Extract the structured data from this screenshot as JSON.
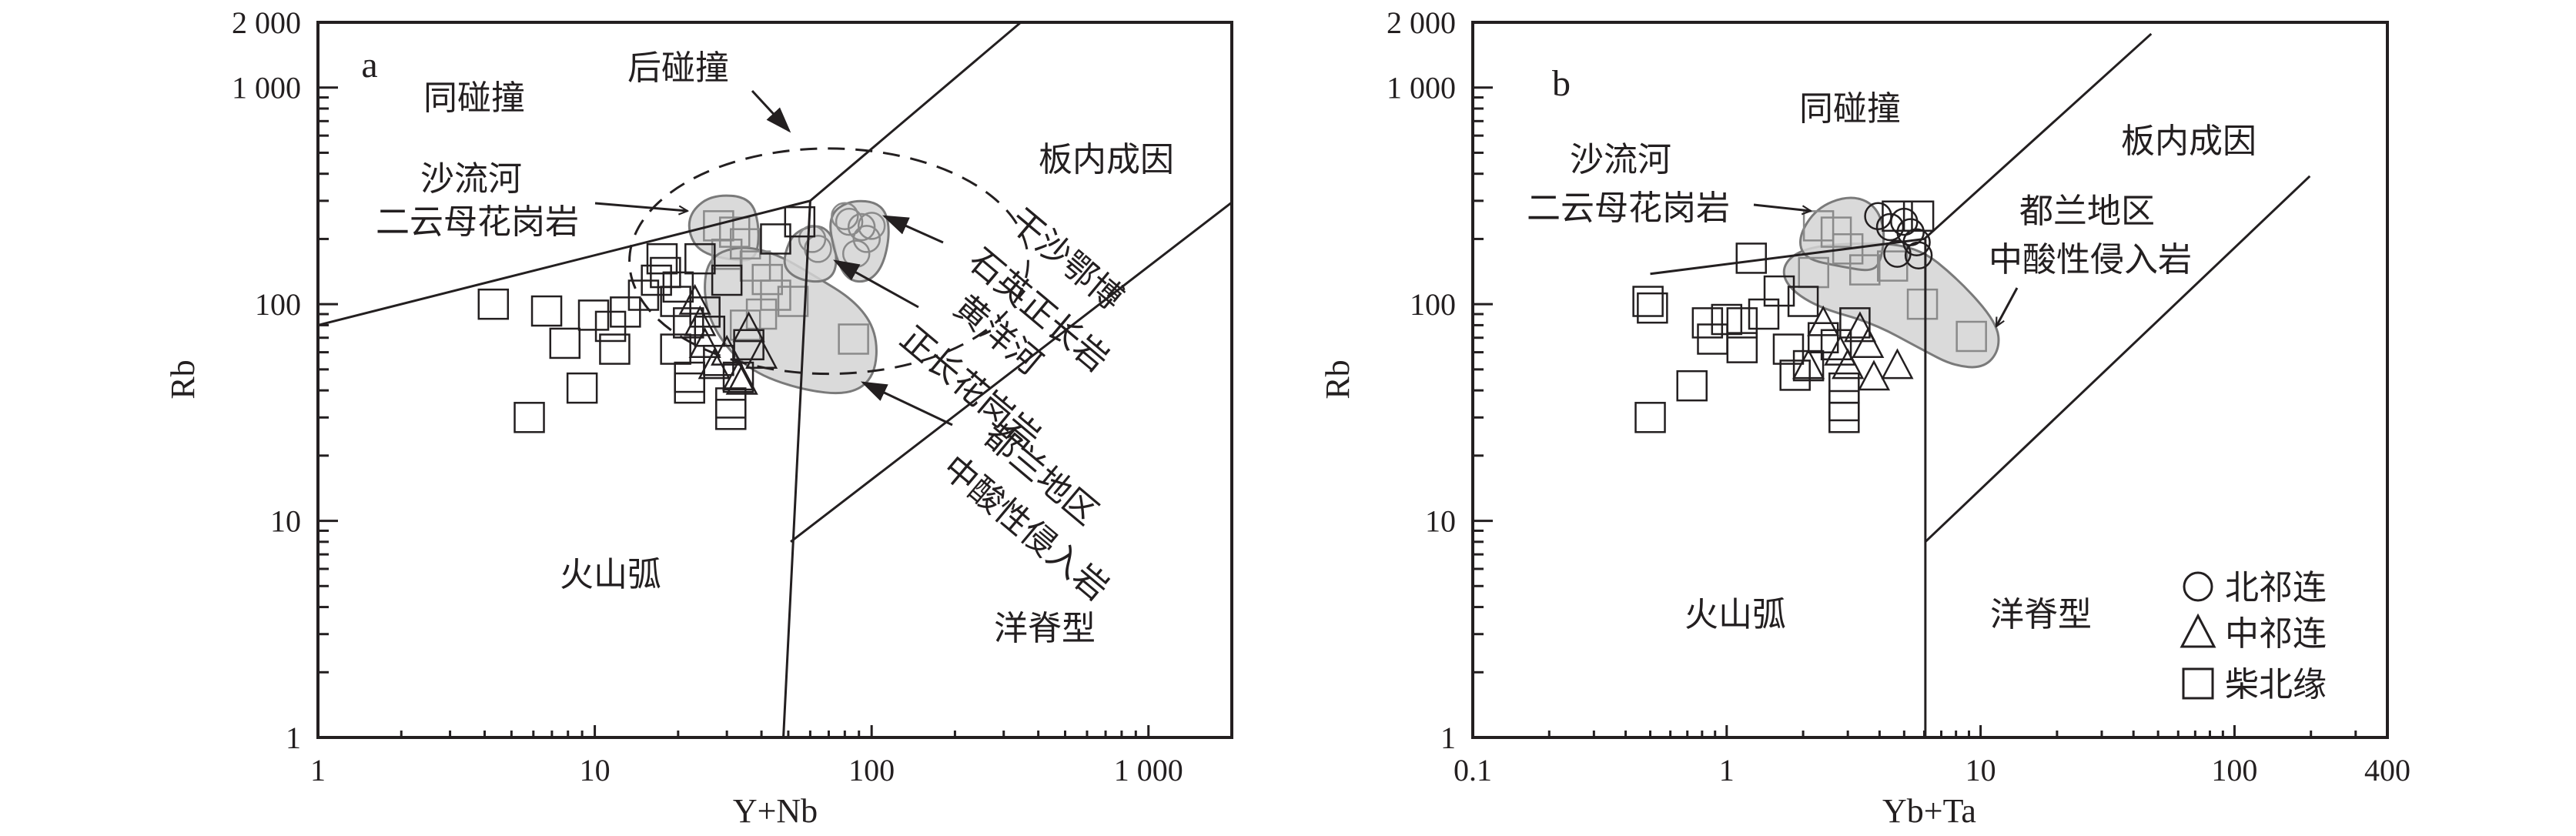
{
  "chart_data": [
    {
      "panel_label": "a",
      "type": "scatter",
      "xlabel": "Y+Nb",
      "ylabel": "Rb",
      "x_scale": "log",
      "y_scale": "log",
      "xlim": [
        1,
        2000
      ],
      "ylim": [
        1,
        2000
      ],
      "xticks": [
        {
          "v": 1,
          "label": "1"
        },
        {
          "v": 10,
          "label": "10"
        },
        {
          "v": 100,
          "label": "100"
        },
        {
          "v": 1000,
          "label": "1 000"
        }
      ],
      "yticks": [
        {
          "v": 1,
          "label": "1"
        },
        {
          "v": 10,
          "label": "10"
        },
        {
          "v": 100,
          "label": "100"
        },
        {
          "v": 1000,
          "label": "1 000"
        },
        {
          "v": 2000,
          "label": "2 000"
        }
      ],
      "boundaries": [
        [
          [
            1,
            80
          ],
          [
            60,
            300
          ]
        ],
        [
          [
            60,
            300
          ],
          [
            346,
            2000
          ]
        ],
        [
          [
            48,
            1
          ],
          [
            60,
            300
          ]
        ],
        [
          [
            51,
            8
          ],
          [
            2000,
            295
          ]
        ]
      ],
      "regions": {
        "syn_colg": "同碰撞",
        "post_colg": "后碰撞",
        "wpg": "板内成因",
        "vag": "火山弧",
        "org": "洋脊型"
      },
      "post_colg_field": {
        "center": [
          70,
          158
        ],
        "log_radii": [
          0.72,
          0.52
        ]
      },
      "fields": [
        {
          "name": "沙流河二云母花岗岩",
          "points": [
            [
              22.3,
              270
            ],
            [
              26.7,
              321
            ],
            [
              36.5,
              312
            ],
            [
              39.4,
              228
            ],
            [
              38.4,
              162
            ],
            [
              32.9,
              158
            ],
            [
              24.1,
              172
            ],
            [
              21.7,
              215
            ]
          ]
        },
        {
          "name": "都兰地区中酸性侵入岩",
          "points": [
            [
              25.4,
              162
            ],
            [
              32.9,
              187
            ],
            [
              44.9,
              172
            ],
            [
              61.2,
              137
            ],
            [
              87.9,
              103
            ],
            [
              105,
              73.1
            ],
            [
              103,
              46.4
            ],
            [
              83.4,
              38
            ],
            [
              55.2,
              40.3
            ],
            [
              36.5,
              49.1
            ],
            [
              28.1,
              69.2
            ],
            [
              24.7,
              103
            ]
          ]
        },
        {
          "name": "黄洋河正长花岗岩",
          "points": [
            [
              48.5,
              172
            ],
            [
              52.4,
              215
            ],
            [
              64.4,
              235
            ],
            [
              73.3,
              204
            ],
            [
              75.2,
              145
            ],
            [
              67.8,
              126
            ],
            [
              55.2,
              129
            ],
            [
              48.5,
              145
            ]
          ]
        },
        {
          "name": "干沙鄂博石英正长岩",
          "points": [
            [
              69.6,
              256
            ],
            [
              83.4,
              303
            ],
            [
              108,
              294
            ],
            [
              117,
              228
            ],
            [
              111,
              153
            ],
            [
              97.5,
              126
            ],
            [
              81.3,
              129
            ],
            [
              73.3,
              172
            ]
          ]
        }
      ],
      "annotations": {
        "shaliuhe_1": "沙流河",
        "shaliuhe_2": "二云母花岗岩",
        "ganshaebo_1": "干沙鄂博",
        "ganshaebo_2": "石英正长岩",
        "huangyanghe_1": "黄洋河",
        "huangyanghe_2": "正长花岗岩",
        "dulan_1": "都兰地区",
        "dulan_2": "中酸性侵入岩"
      },
      "field_samples": {
        "squares": [
          [
            28,
            230
          ],
          [
            32,
            215
          ],
          [
            35,
            190
          ],
          [
            38,
            150
          ],
          [
            42,
            130
          ],
          [
            45,
            110
          ],
          [
            52,
            103
          ],
          [
            86,
            69
          ],
          [
            30,
            170
          ],
          [
            40,
            90
          ],
          [
            35,
            80
          ]
        ],
        "circles": [
          [
            83,
            240
          ],
          [
            92,
            227
          ],
          [
            96,
            200
          ],
          [
            61,
            200
          ],
          [
            64,
            180
          ],
          [
            88,
            171
          ],
          [
            80,
            255
          ],
          [
            100,
            230
          ]
        ]
      },
      "series": [
        {
          "name": "北祁连",
          "marker": "circle",
          "points": []
        },
        {
          "name": "中祁连",
          "marker": "triangle",
          "points": [
            [
              24,
              82
            ],
            [
              27,
              52
            ],
            [
              33,
              46
            ],
            [
              36,
              77
            ],
            [
              40,
              58
            ],
            [
              34,
              44
            ],
            [
              25,
              65
            ],
            [
              23,
              103
            ],
            [
              30,
              60
            ]
          ]
        },
        {
          "name": "柴北缘",
          "marker": "square",
          "points": [
            [
              4.3,
              100
            ],
            [
              6.7,
              93
            ],
            [
              7.8,
              66
            ],
            [
              9,
              41
            ],
            [
              5.8,
              30
            ],
            [
              11.4,
              79
            ],
            [
              11.8,
              62
            ],
            [
              9.9,
              89
            ],
            [
              12.9,
              92
            ],
            [
              17.5,
              162
            ],
            [
              16.7,
              129
            ],
            [
              19.6,
              103
            ],
            [
              21.8,
              82
            ],
            [
              19.6,
              62
            ],
            [
              22,
              46
            ],
            [
              22,
              41
            ],
            [
              31,
              31
            ],
            [
              31,
              35
            ],
            [
              33,
              46
            ],
            [
              36,
              65
            ],
            [
              25,
              92
            ],
            [
              30,
              129
            ],
            [
              55,
              240
            ],
            [
              45,
              200
            ],
            [
              24,
              162
            ],
            [
              18,
              140
            ],
            [
              20,
              120
            ],
            [
              15,
              110
            ],
            [
              26,
              75
            ],
            [
              28,
              55
            ]
          ]
        }
      ]
    },
    {
      "panel_label": "b",
      "type": "scatter",
      "xlabel": "Yb+Ta",
      "ylabel": "Rb",
      "x_scale": "log",
      "y_scale": "log",
      "xlim": [
        0.1,
        400
      ],
      "ylim": [
        1,
        2000
      ],
      "xticks": [
        {
          "v": 0.1,
          "label": "0.1"
        },
        {
          "v": 1,
          "label": "1"
        },
        {
          "v": 10,
          "label": "10"
        },
        {
          "v": 100,
          "label": "100"
        },
        {
          "v": 400,
          "label": "400"
        }
      ],
      "yticks": [
        {
          "v": 1,
          "label": "1"
        },
        {
          "v": 10,
          "label": "10"
        },
        {
          "v": 100,
          "label": "100"
        },
        {
          "v": 1000,
          "label": "1 000"
        },
        {
          "v": 2000,
          "label": "2 000"
        }
      ],
      "boundaries": [
        [
          [
            0.5,
            138
          ],
          [
            6,
            200
          ]
        ],
        [
          [
            6,
            200
          ],
          [
            47,
            1770
          ]
        ],
        [
          [
            6.06,
            1
          ],
          [
            6.06,
            200
          ]
        ],
        [
          [
            6.06,
            8
          ],
          [
            198,
            390
          ]
        ]
      ],
      "regions": {
        "syn_colg": "同碰撞",
        "wpg": "板内成因",
        "vag": "火山弧",
        "org": "洋脊型"
      },
      "fields": [
        {
          "name": "都兰地区中酸性侵入岩",
          "points": [
            [
              1.66,
              153
            ],
            [
              2.02,
              182
            ],
            [
              3.17,
              192
            ],
            [
              5.57,
              187
            ],
            [
              8.26,
              129
            ],
            [
              11.6,
              82
            ],
            [
              11.9,
              61.7
            ],
            [
              10.3,
              50.6
            ],
            [
              7.8,
              52
            ],
            [
              5.89,
              61.7
            ],
            [
              3.76,
              82
            ],
            [
              2.26,
              97
            ],
            [
              1.71,
              122
            ]
          ]
        },
        {
          "name": "沙流河二云母花岗岩",
          "points": [
            [
              1.91,
              204
            ],
            [
              2.26,
              278
            ],
            [
              3.0,
              317
            ],
            [
              3.76,
              294
            ],
            [
              4.2,
              228
            ],
            [
              4.08,
              162
            ],
            [
              3.76,
              141
            ],
            [
              2.83,
              149
            ],
            [
              2.02,
              162
            ]
          ]
        }
      ],
      "annotations": {
        "shaliuhe_1": "沙流河",
        "shaliuhe_2": "二云母花岗岩",
        "dulan_1": "都兰地区",
        "dulan_2": "中酸性侵入岩"
      },
      "field_samples": {
        "squares": [
          [
            5.9,
            100
          ],
          [
            9.2,
            71
          ],
          [
            3.5,
            144
          ],
          [
            2.7,
            215
          ],
          [
            2.3,
            230
          ],
          [
            3.0,
            180
          ],
          [
            4.5,
            150
          ],
          [
            2.2,
            140
          ]
        ],
        "circles": []
      },
      "series": [
        {
          "name": "北祁连",
          "marker": "circle",
          "points": [
            [
              3.95,
              255
            ],
            [
              4.4,
              227
            ],
            [
              5.3,
              215
            ],
            [
              5.6,
              193
            ],
            [
              4.7,
              171
            ],
            [
              5.7,
              168
            ],
            [
              5.0,
              240
            ]
          ]
        },
        {
          "name": "中祁连",
          "marker": "triangle",
          "points": [
            [
              2.1,
              52
            ],
            [
              3.0,
              52
            ],
            [
              3.8,
              46
            ],
            [
              4.7,
              52
            ],
            [
              2.4,
              82
            ],
            [
              3.35,
              77
            ],
            [
              3.6,
              65
            ],
            [
              2.8,
              60
            ]
          ]
        },
        {
          "name": "柴北缘",
          "marker": "square",
          "points": [
            [
              0.49,
              103
            ],
            [
              0.51,
              96
            ],
            [
              1.25,
              163
            ],
            [
              0.73,
              42
            ],
            [
              0.5,
              30
            ],
            [
              0.84,
              82
            ],
            [
              0.88,
              69
            ],
            [
              1.15,
              63
            ],
            [
              1.15,
              82
            ],
            [
              1.61,
              115
            ],
            [
              1.75,
              62
            ],
            [
              1.86,
              47
            ],
            [
              2.0,
              103
            ],
            [
              2.9,
              41
            ],
            [
              2.9,
              30
            ],
            [
              2.9,
              34
            ],
            [
              2.7,
              65
            ],
            [
              3.2,
              82
            ],
            [
              4.7,
              255
            ],
            [
              5.7,
              255
            ],
            [
              2.1,
              52
            ],
            [
              1.4,
              90
            ],
            [
              1.0,
              85
            ],
            [
              2.4,
              70
            ]
          ]
        }
      ]
    }
  ],
  "legend": [
    {
      "label": "北祁连",
      "marker": "circle"
    },
    {
      "label": "中祁连",
      "marker": "triangle"
    },
    {
      "label": "柴北缘",
      "marker": "square"
    }
  ],
  "colors": {
    "ink": "#231f20",
    "field_fill": "#d3d3d3",
    "field_stroke": "#7a7a7a",
    "field_marker": "#8a8a8a"
  }
}
